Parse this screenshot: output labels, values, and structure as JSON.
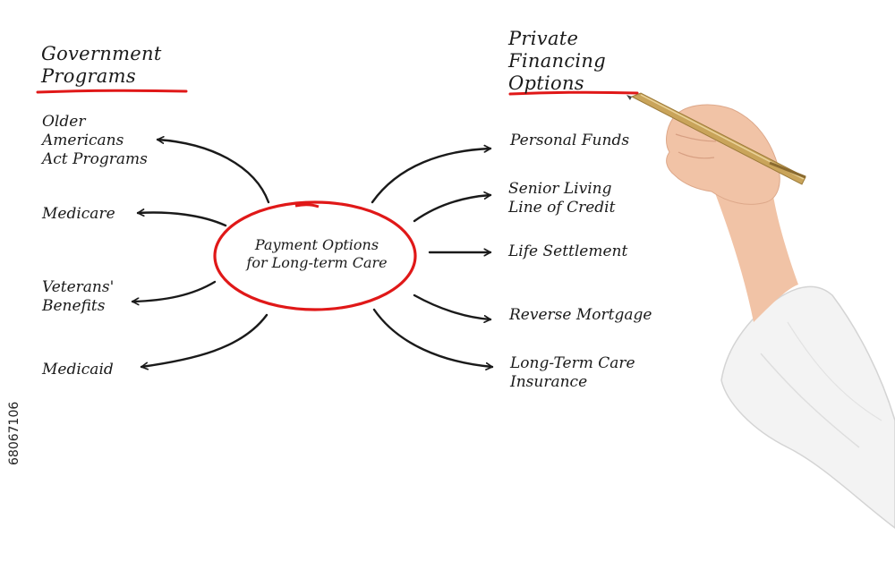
{
  "colors": {
    "ink": "#1a1a1a",
    "accent": "#e01818",
    "pen": "#c9a45a",
    "sleeve": "#f4f4f4",
    "skin": "#f1c3a6"
  },
  "left_heading": [
    "Government",
    "Programs"
  ],
  "right_heading": [
    "Private",
    "Financing",
    "Options"
  ],
  "center": [
    "Payment Options",
    "for Long-term Care"
  ],
  "left_items": {
    "older_americans": [
      "Older",
      "Americans",
      "Act Programs"
    ],
    "medicare": "Medicare",
    "veterans": [
      "Veterans'",
      "Benefits"
    ],
    "medicaid": "Medicaid"
  },
  "right_items": {
    "personal_funds": "Personal Funds",
    "senior_living": [
      "Senior Living",
      "Line  of Credit"
    ],
    "life_settlement": "Life  Settlement",
    "reverse_mortgage": "Reverse Mortgage",
    "ltc_insurance": [
      "Long-Term Care",
      "Insurance"
    ]
  },
  "stock_id": "68067106"
}
